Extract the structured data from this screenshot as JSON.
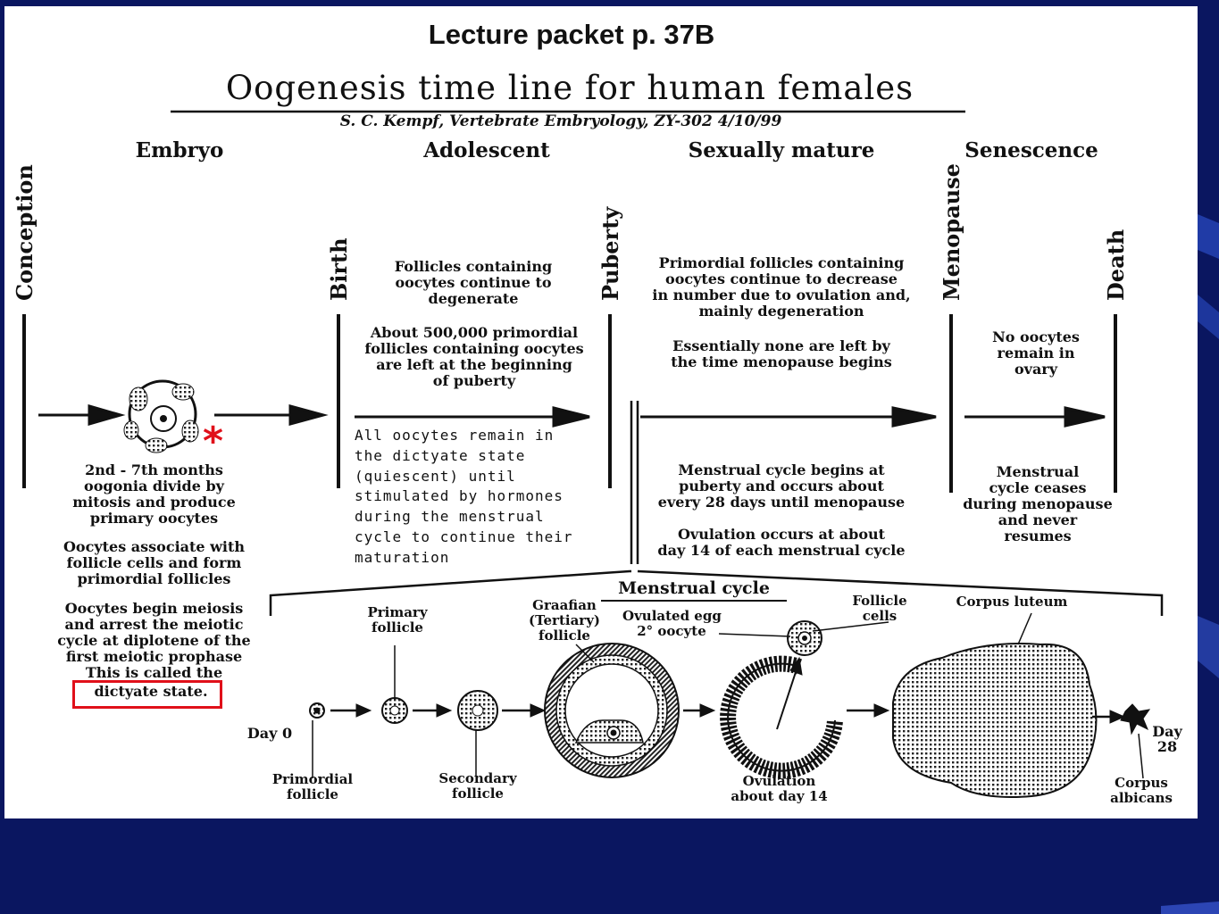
{
  "header": "Lecture packet p. 37B",
  "title": "Oogenesis time line for human females",
  "attribution": "S. C. Kempf, Vertebrate Embryology, ZY-302 4/10/99",
  "stages": [
    "Embryo",
    "Adolescent",
    "Sexually mature",
    "Senescence"
  ],
  "milestones": [
    "Conception",
    "Birth",
    "Puberty",
    "Menopause",
    "Death"
  ],
  "embryo_notes": [
    [
      "2nd - 7th months",
      "oogonia divide by",
      "mitosis and produce",
      "primary oocytes"
    ],
    [
      "Oocytes associate with",
      "follicle cells and form",
      "primordial follicles"
    ],
    [
      "Oocytes begin meiosis",
      "and arrest the meiotic",
      "cycle at diplotene of the",
      "first meiotic prophase",
      "This is called the"
    ]
  ],
  "dictyate_label": "dictyate state.",
  "adolescent_notes": [
    [
      "Follicles containing",
      "oocytes continue to",
      "degenerate"
    ],
    [
      "About 500,000 primordial",
      "follicles containing oocytes",
      "are left at the beginning",
      "of puberty"
    ]
  ],
  "annotation": "All oocytes remain in\nthe dictyate state\n(quiescent) until\nstimulated by hormones\nduring the menstrual\ncycle to continue their\nmaturation",
  "mature_notes": [
    [
      "Primordial follicles containing",
      "oocytes continue to decrease",
      "in number due to ovulation and,",
      "mainly degeneration"
    ],
    [
      "Essentially none are left by",
      "the time menopause begins"
    ],
    [
      "Menstrual cycle begins at",
      "puberty and occurs about",
      "every 28 days until menopause"
    ],
    [
      "Ovulation occurs at about",
      "day 14 of each menstrual cycle"
    ]
  ],
  "senescence_notes": [
    [
      "No oocytes",
      "remain in",
      "ovary"
    ],
    [
      "Menstrual",
      "cycle ceases",
      "during menopause",
      "and never",
      "resumes"
    ]
  ],
  "menstrual_cycle": {
    "title": "Menstrual cycle",
    "day0": "Day 0",
    "day28": [
      "Day",
      "28"
    ],
    "labels": {
      "primordial": [
        "Primordial",
        "follicle"
      ],
      "primary": [
        "Primary",
        "follicle"
      ],
      "secondary": [
        "Secondary",
        "follicle"
      ],
      "graafian": [
        "Graafian",
        "(Tertiary)",
        "follicle"
      ],
      "ovulated_egg": [
        "Ovulated egg",
        "2° oocyte"
      ],
      "follicle_cells": [
        "Follicle",
        "cells"
      ],
      "ovulation": [
        "Ovulation",
        "about day 14"
      ],
      "corpus_luteum": "Corpus luteum",
      "corpus_albicans": [
        "Corpus",
        "albicans"
      ]
    }
  },
  "colors": {
    "background": "#0a1660",
    "highlight": "#e0101a",
    "ink": "#111111"
  }
}
